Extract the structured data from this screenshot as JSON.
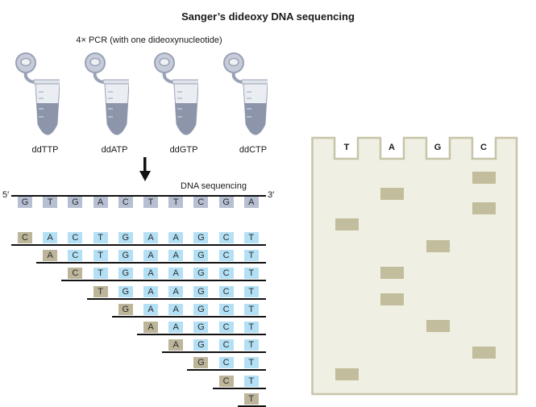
{
  "title": "Sanger’s dideoxy DNA sequencing",
  "subtitle": "4× PCR (with one dideoxynucleotide)",
  "tubes": [
    {
      "label": "ddTTP"
    },
    {
      "label": "ddATP"
    },
    {
      "label": "ddGTP"
    },
    {
      "label": "ddCTP"
    }
  ],
  "template": {
    "label": "DNA sequencing",
    "five_prime": "5′",
    "three_prime": "3′",
    "bases": [
      "G",
      "T",
      "G",
      "A",
      "C",
      "T",
      "T",
      "C",
      "G",
      "A"
    ]
  },
  "fragments": [
    {
      "start": 0,
      "bases": [
        "C",
        "A",
        "C",
        "T",
        "G",
        "A",
        "A",
        "G",
        "C",
        "T"
      ]
    },
    {
      "start": 1,
      "bases": [
        "A",
        "C",
        "T",
        "G",
        "A",
        "A",
        "G",
        "C",
        "T"
      ]
    },
    {
      "start": 2,
      "bases": [
        "C",
        "T",
        "G",
        "A",
        "A",
        "G",
        "C",
        "T"
      ]
    },
    {
      "start": 3,
      "bases": [
        "T",
        "G",
        "A",
        "A",
        "G",
        "C",
        "T"
      ]
    },
    {
      "start": 4,
      "bases": [
        "G",
        "A",
        "A",
        "G",
        "C",
        "T"
      ]
    },
    {
      "start": 5,
      "bases": [
        "A",
        "A",
        "G",
        "C",
        "T"
      ]
    },
    {
      "start": 6,
      "bases": [
        "A",
        "G",
        "C",
        "T"
      ]
    },
    {
      "start": 7,
      "bases": [
        "G",
        "C",
        "T"
      ]
    },
    {
      "start": 8,
      "bases": [
        "C",
        "T"
      ]
    },
    {
      "start": 9,
      "bases": [
        "T"
      ]
    }
  ],
  "gel": {
    "lanes": [
      "T",
      "A",
      "G",
      "C"
    ],
    "bands_top_to_bottom": [
      "C",
      "A",
      "C",
      "T",
      "G",
      "A",
      "A",
      "G",
      "C",
      "T"
    ]
  },
  "colors": {
    "template_base": "#b7bfd3",
    "new_base": "#b3e0f5",
    "dideoxy_base": "#bdb59a",
    "gel_background": "#f0efe3",
    "gel_border": "#c8c4a8",
    "gel_band": "#c2bd9c"
  }
}
